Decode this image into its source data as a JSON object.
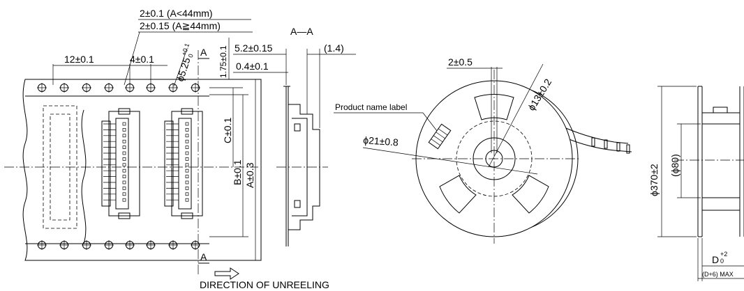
{
  "tape_view": {
    "pitch_tol_small": "2±0.1 (A<44mm)",
    "pitch_tol_large": "2±0.15 (A≧44mm)",
    "pitch_12": "12±0.1",
    "pitch_4": "4±0.1",
    "hole_dia": "ϕ5.25",
    "hole_tol_plus": "+0.1",
    "hole_tol_minus": "0",
    "section_top": "A",
    "section_bottom": "A",
    "edge_offset": "1.75±0.1",
    "dim_c": "C±0.1",
    "dim_b": "B±0.1",
    "dim_a": "A±0.3",
    "direction": "DIRECTION OF UNREELING"
  },
  "section_view": {
    "title": "A—A",
    "width": "5.2±0.15",
    "height_ref": "(1.4)",
    "thickness": "0.4±0.1"
  },
  "reel_view": {
    "slot": "2±0.5",
    "bore": "ϕ13±0.2",
    "label": "Product name label",
    "hub": "ϕ21±0.8"
  },
  "reel_side": {
    "outer_dia": "ϕ370±2",
    "hub_dia": "(ϕ80)",
    "width": "D",
    "width_tol_plus": "+2",
    "width_tol_minus": "0",
    "max_width": "(D+6) MAX"
  }
}
